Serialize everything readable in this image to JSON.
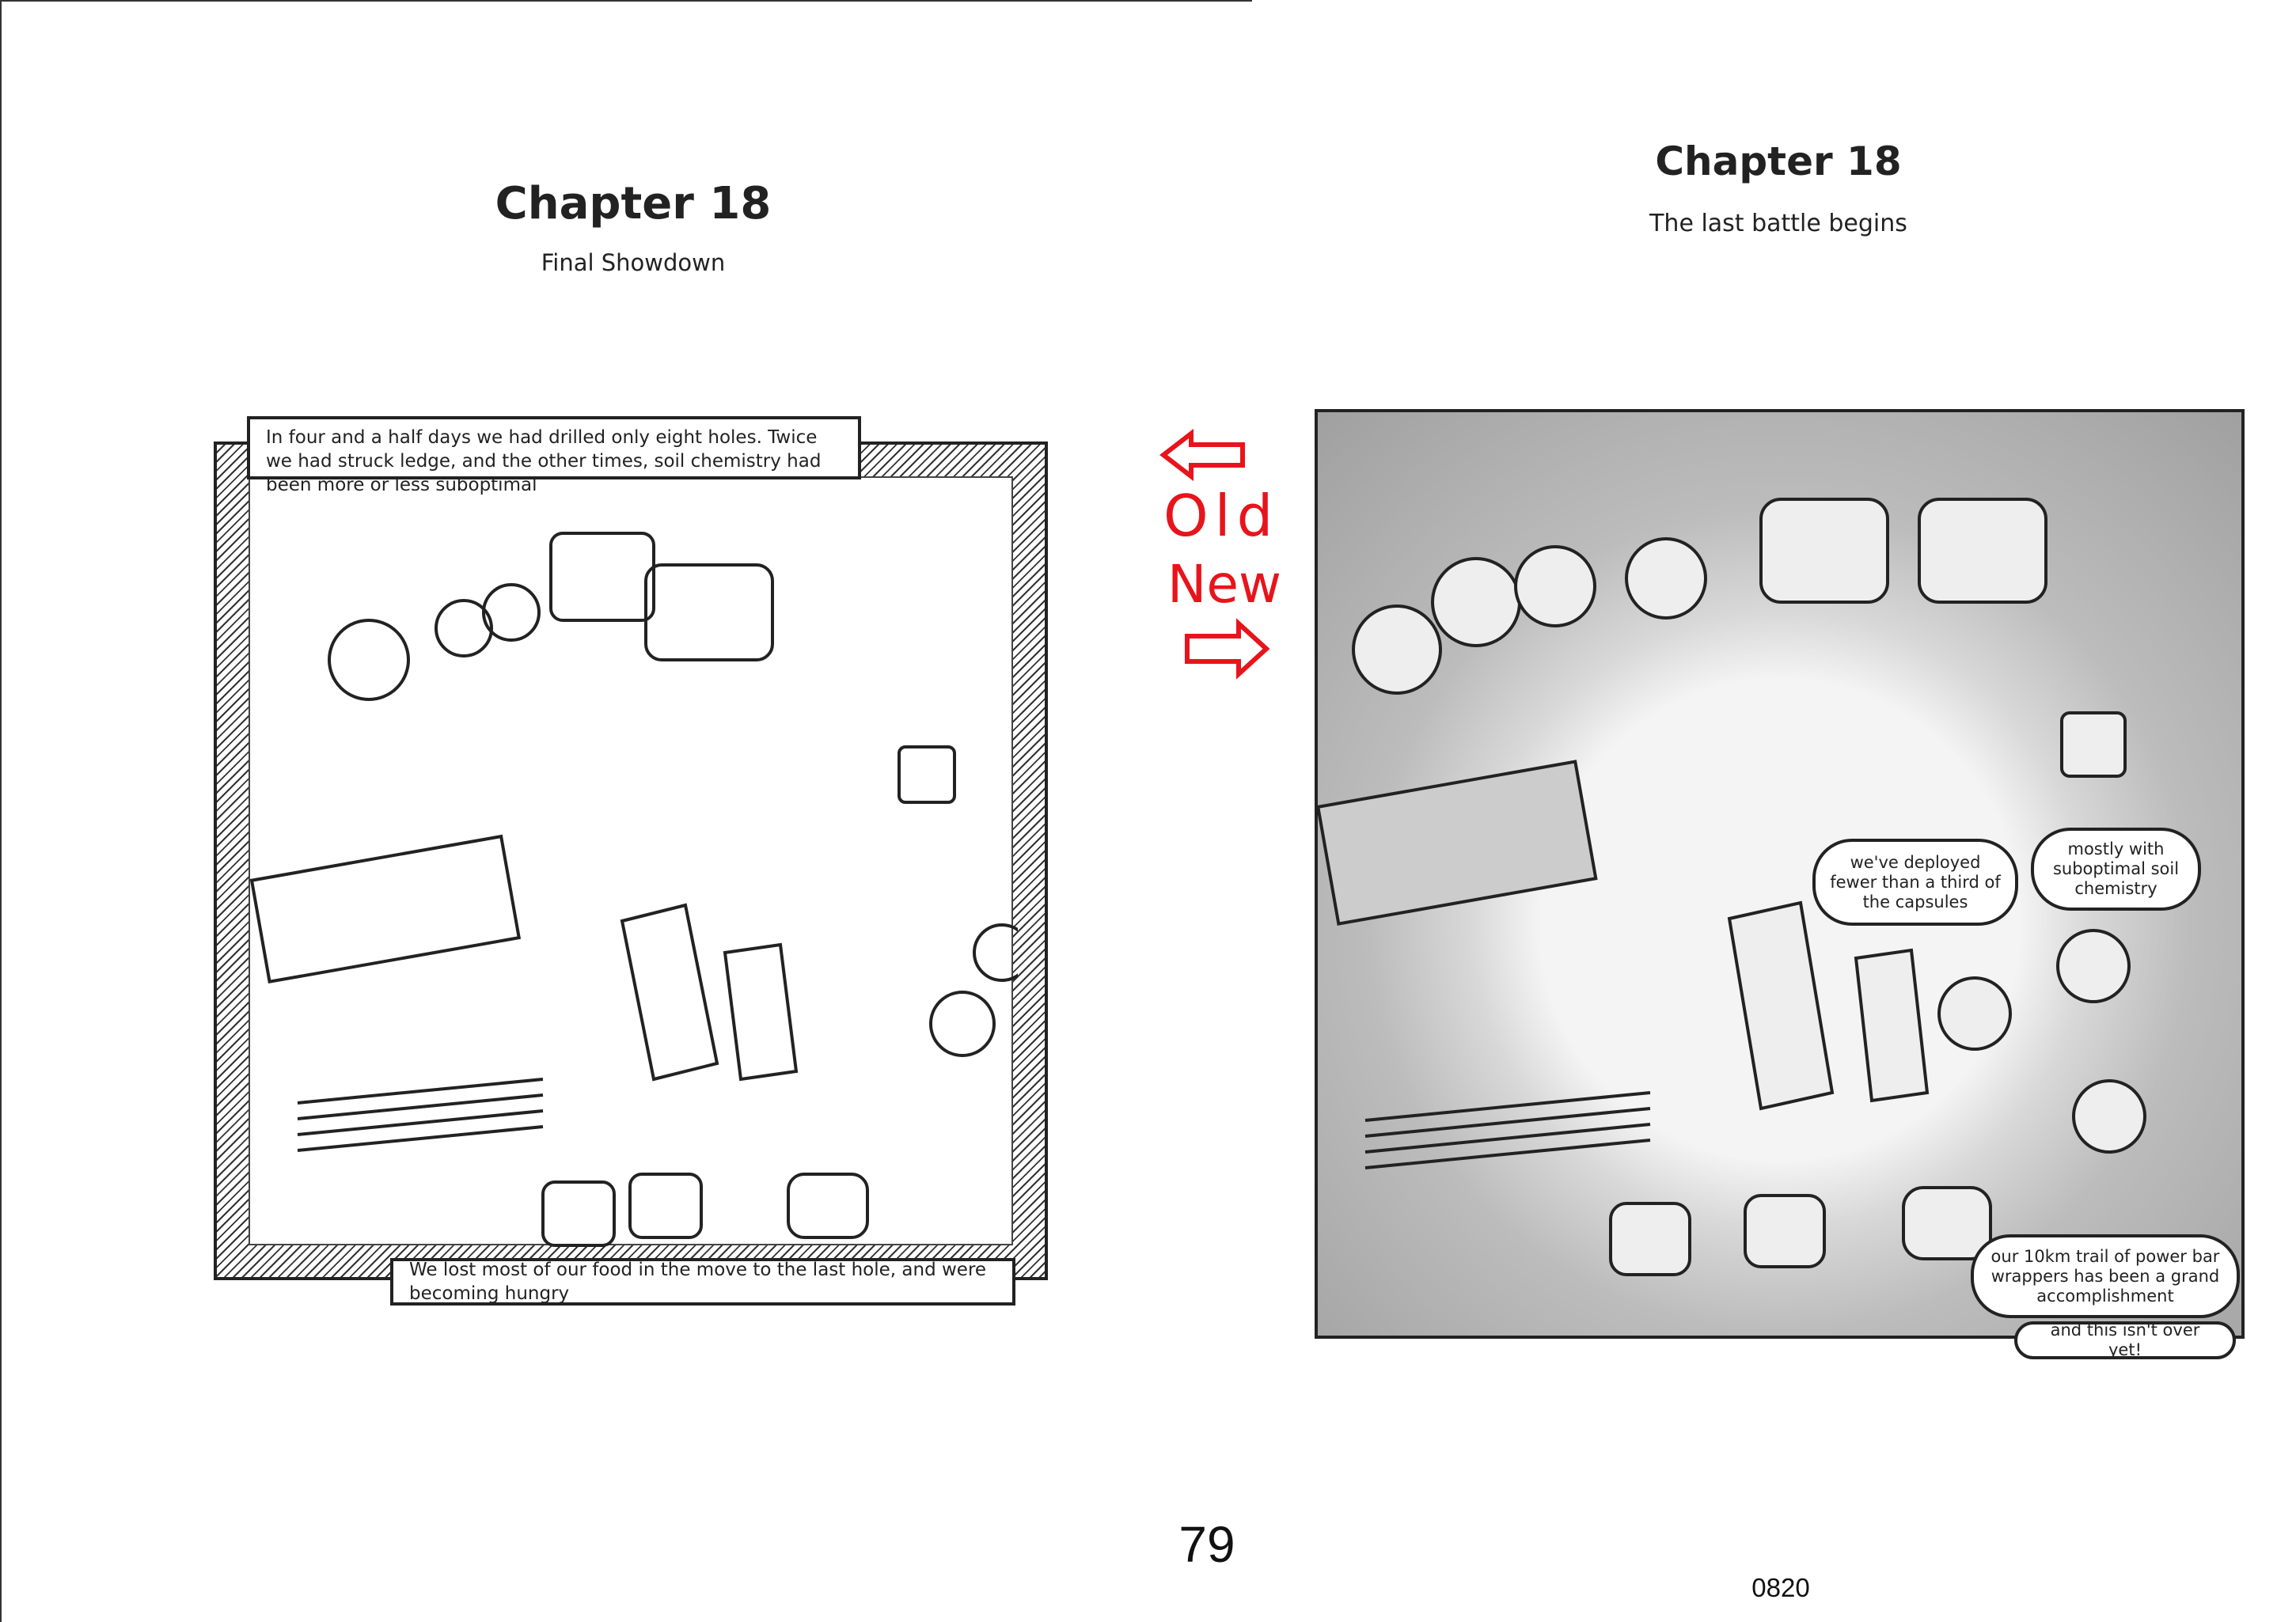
{
  "old_page": {
    "chapter_title": "Chapter 18",
    "subtitle": "Final Showdown",
    "caption_top": "In four and a half days we had drilled only eight holes. Twice we had struck ledge, and the other times, soil chemistry had been more or less suboptimal",
    "caption_bottom": "We lost most of our food in the move to the last hole, and were becoming hungry",
    "page_number": "79"
  },
  "annotation": {
    "old_label": "Old",
    "new_label": "New",
    "color": "#e8141b"
  },
  "new_page": {
    "chapter_title": "Chapter 18",
    "subtitle": "The last battle begins",
    "bubbles": [
      "we've deployed fewer than a third of the capsules",
      "mostly with suboptimal soil chemistry",
      "our 10km trail of power bar wrappers has been a grand accomplishment",
      "and this isn't over yet!"
    ],
    "page_number": "0820"
  }
}
